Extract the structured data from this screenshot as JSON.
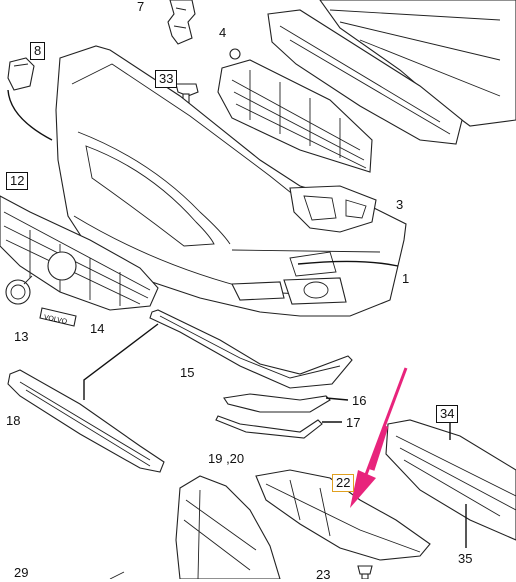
{
  "labels": {
    "l7": "7",
    "l4": "4",
    "l8": "8",
    "l33": "33",
    "l12": "12",
    "l3": "3",
    "l1": "1",
    "l13": "13",
    "l14": "14",
    "l15": "15",
    "l16": "16",
    "l17": "17",
    "l18": "18",
    "l34": "34",
    "l19_20": "19 ,20",
    "l22": "22",
    "l35": "35",
    "l29": "29",
    "l23": "23"
  },
  "emblem_text": "VOLVO",
  "colors": {
    "arrow": "#e8247c",
    "highlight_box": "#e0a020",
    "line": "#222222"
  },
  "icons": [
    "bumper-cover",
    "grille",
    "emblem",
    "bracket",
    "clip",
    "arrow-indicator"
  ]
}
